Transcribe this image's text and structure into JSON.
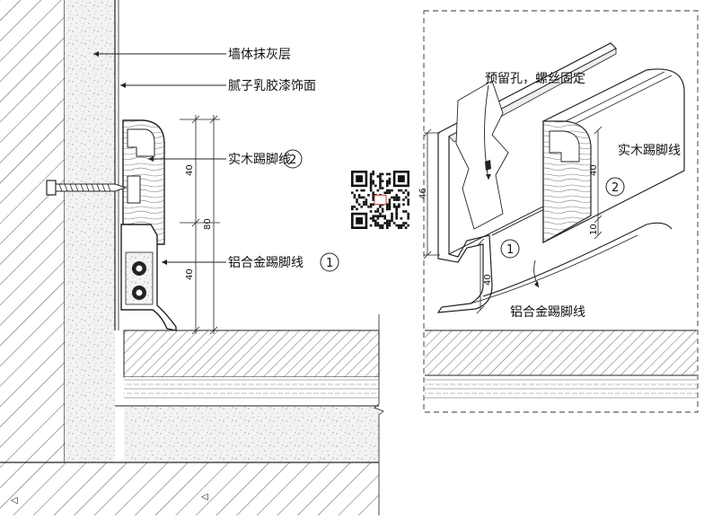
{
  "left": {
    "labels": {
      "plaster": "墙体抹灰层",
      "paint": "腻子乳胶漆饰面",
      "wood_skirting": "实木踢脚线",
      "alu_skirting": "铝合金踢脚线"
    },
    "circles": {
      "wood": "2",
      "alu": "1"
    },
    "dims": {
      "upper": "40",
      "total": "80",
      "lower": "40"
    }
  },
  "right": {
    "labels": {
      "hole": "预留孔，螺丝固定",
      "wood_skirting": "实木踢脚线",
      "alu_skirting": "铝合金踢脚线"
    },
    "circles": {
      "wood": "2",
      "alu": "1"
    },
    "dims": {
      "alu_height": "46",
      "wood_height": "40",
      "wood_lower": "10",
      "alu_lower": "40"
    }
  },
  "colors": {
    "line": "#222222",
    "hatch": "#555555",
    "speckle": "#9a9a9a",
    "dash": "#333333"
  },
  "icons": [
    "qr-code-icon",
    "screw-icon",
    "cable-hole-icon"
  ]
}
